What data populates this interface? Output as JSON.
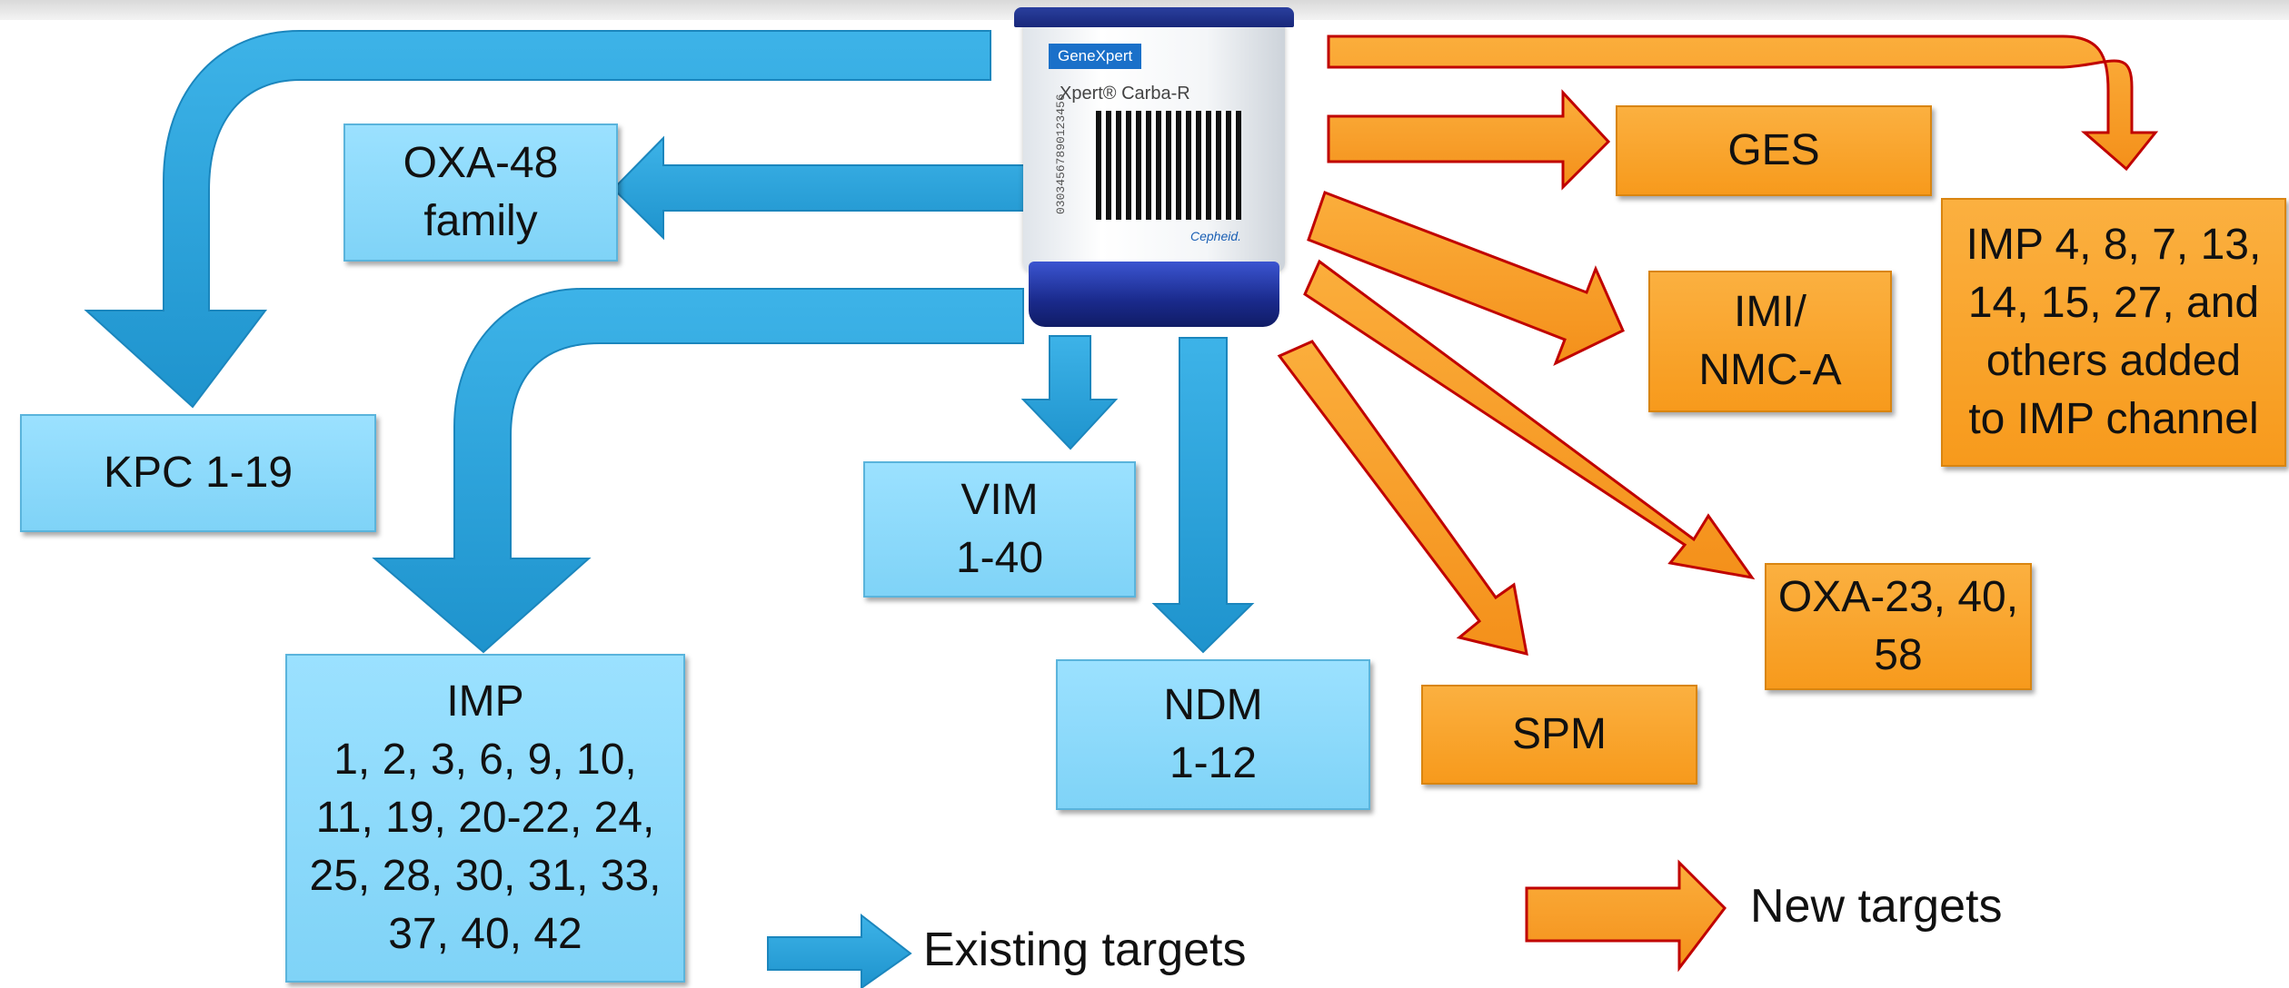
{
  "cartridge": {
    "brand": "GeneXpert",
    "name": "Xpert® Carba-R",
    "barcode_number": "03034567890123456",
    "maker": "Cepheid."
  },
  "existing_targets": [
    {
      "id": "oxa48",
      "label": "OXA-48\nfamily"
    },
    {
      "id": "kpc",
      "label": "KPC   1-19"
    },
    {
      "id": "vim",
      "label": "VIM\n1-40"
    },
    {
      "id": "ndm",
      "label": "NDM\n1-12"
    },
    {
      "id": "imp",
      "label": "IMP\n1, 2, 3, 6, 9, 10,\n11, 19, 20-22, 24,\n25, 28, 30, 31, 33,\n37, 40, 42"
    }
  ],
  "new_targets": [
    {
      "id": "ges",
      "label": "GES"
    },
    {
      "id": "imi",
      "label": "IMI/\nNMC-A"
    },
    {
      "id": "imp_new",
      "label": "IMP  4, 8, 7, 13,\n14, 15, 27, and\nothers added\nto IMP channel"
    },
    {
      "id": "oxa23",
      "label": "OXA-23, 40,\n58"
    },
    {
      "id": "spm",
      "label": "SPM"
    }
  ],
  "legend": {
    "existing": "Existing targets",
    "new": "New targets"
  },
  "colors": {
    "existing_arrow": "#2ea6de",
    "existing_box": "#8fdafb",
    "new_arrow": "#f7941d",
    "new_arrow_border": "#c00000",
    "new_box": "#f79a1c"
  }
}
